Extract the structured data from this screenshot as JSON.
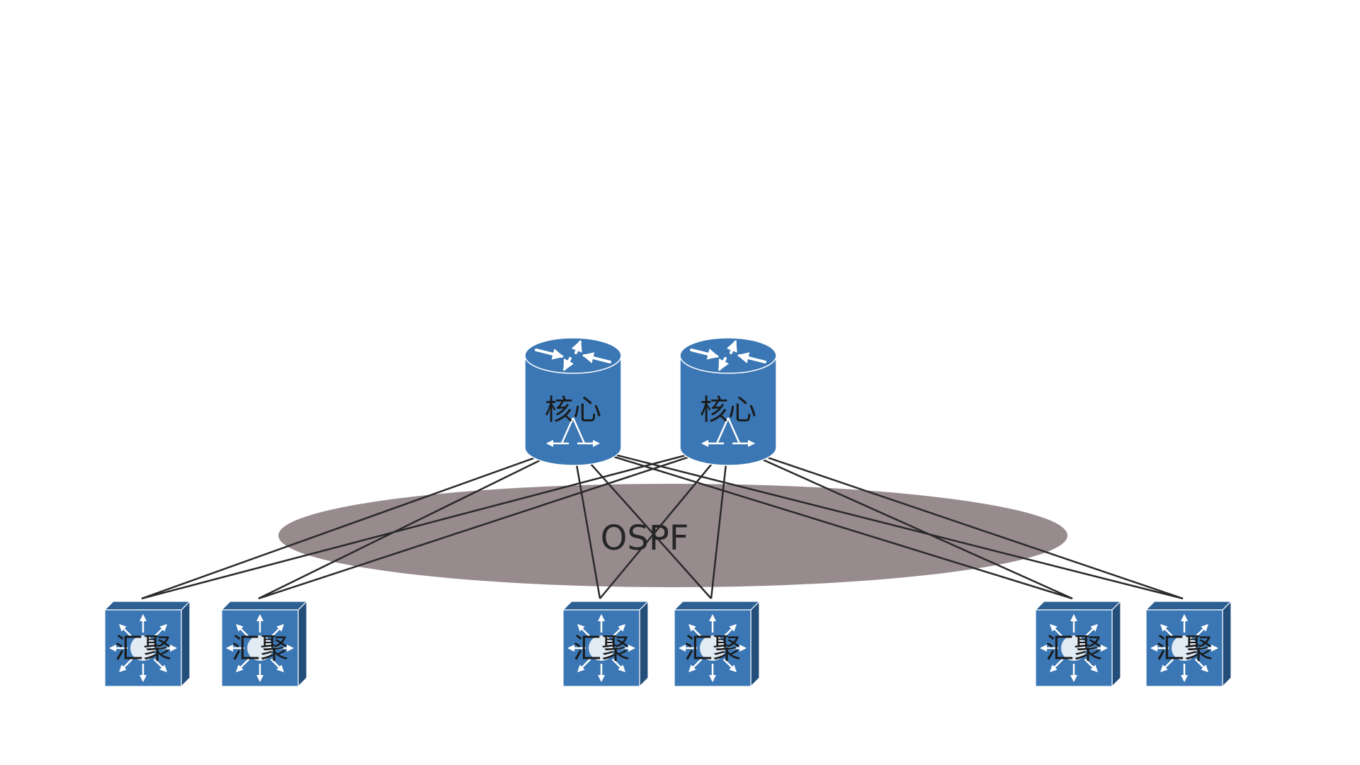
{
  "diagram": {
    "area": {
      "label": "OSPF",
      "color": "#988b8e"
    },
    "node_color": "#3b77b4",
    "line_color": "#2a2a2a",
    "core_label": "核心",
    "agg_label": "汇聚",
    "nodes": [
      {
        "id": "core-1",
        "type": "core-router",
        "label": "核心"
      },
      {
        "id": "core-2",
        "type": "core-router",
        "label": "核心"
      },
      {
        "id": "agg-1",
        "type": "aggregation-switch",
        "label": "汇聚"
      },
      {
        "id": "agg-2",
        "type": "aggregation-switch",
        "label": "汇聚"
      },
      {
        "id": "agg-3",
        "type": "aggregation-switch",
        "label": "汇聚"
      },
      {
        "id": "agg-4",
        "type": "aggregation-switch",
        "label": "汇聚"
      },
      {
        "id": "agg-5",
        "type": "aggregation-switch",
        "label": "汇聚"
      },
      {
        "id": "agg-6",
        "type": "aggregation-switch",
        "label": "汇聚"
      }
    ],
    "links": [
      [
        "core-1",
        "agg-1"
      ],
      [
        "core-1",
        "agg-2"
      ],
      [
        "core-1",
        "agg-3"
      ],
      [
        "core-1",
        "agg-4"
      ],
      [
        "core-1",
        "agg-5"
      ],
      [
        "core-1",
        "agg-6"
      ],
      [
        "core-2",
        "agg-1"
      ],
      [
        "core-2",
        "agg-2"
      ],
      [
        "core-2",
        "agg-3"
      ],
      [
        "core-2",
        "agg-4"
      ],
      [
        "core-2",
        "agg-5"
      ],
      [
        "core-2",
        "agg-6"
      ]
    ]
  }
}
